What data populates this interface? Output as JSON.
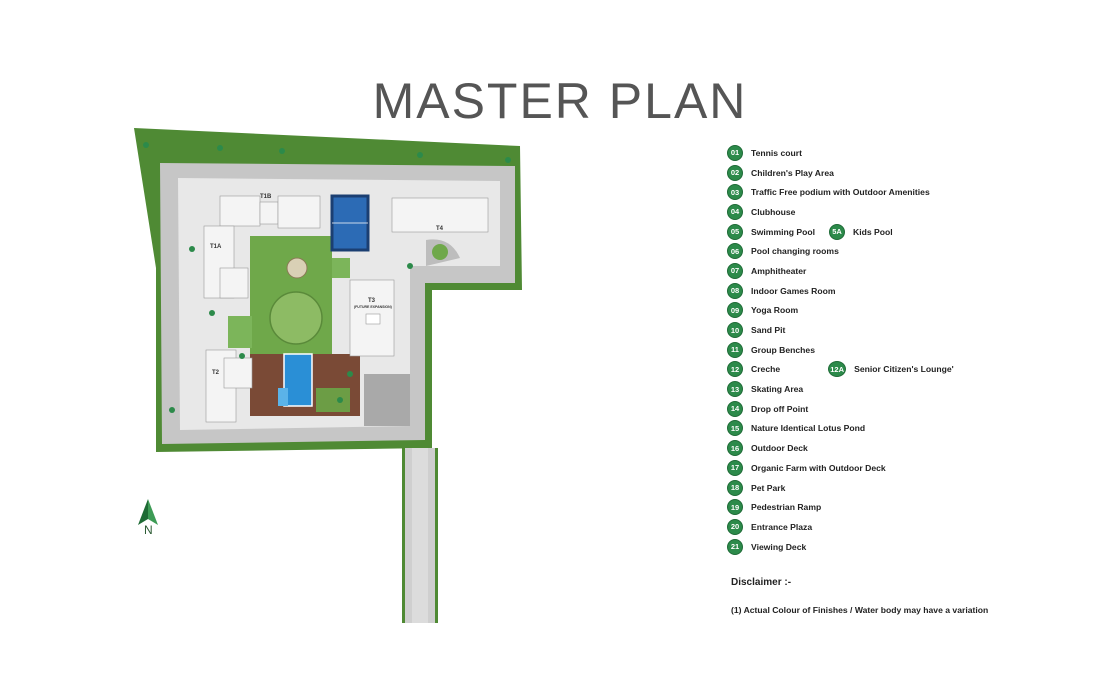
{
  "title": "MASTER PLAN",
  "compass": {
    "label": "N"
  },
  "map_labels": {
    "t1b": "T1B",
    "t1a": "T1A",
    "t2": "T2",
    "t3": "T3",
    "t3_sub": "(FUTURE EXPANSION)",
    "t4": "T4"
  },
  "legend": [
    {
      "num": "01",
      "label": "Tennis court"
    },
    {
      "num": "02",
      "label": "Children's Play Area"
    },
    {
      "num": "03",
      "label": "Traffic Free podium with Outdoor Amenities"
    },
    {
      "num": "04",
      "label": "Clubhouse"
    },
    {
      "num": "05",
      "label": "Swimming Pool",
      "extra_num": "5A",
      "extra_label": "Kids Pool"
    },
    {
      "num": "06",
      "label": "Pool changing rooms"
    },
    {
      "num": "07",
      "label": "Amphitheater"
    },
    {
      "num": "08",
      "label": "Indoor Games Room"
    },
    {
      "num": "09",
      "label": "Yoga Room"
    },
    {
      "num": "10",
      "label": "Sand Pit"
    },
    {
      "num": "11",
      "label": "Group Benches"
    },
    {
      "num": "12",
      "label": "Creche",
      "extra_num": "12A",
      "extra_label": "Senior Citizen's Lounge'"
    },
    {
      "num": "13",
      "label": "Skating Area"
    },
    {
      "num": "14",
      "label": "Drop off Point"
    },
    {
      "num": "15",
      "label": "Nature Identical Lotus Pond"
    },
    {
      "num": "16",
      "label": "Outdoor Deck"
    },
    {
      "num": "17",
      "label": "Organic Farm with Outdoor Deck"
    },
    {
      "num": "18",
      "label": "Pet Park"
    },
    {
      "num": "19",
      "label": "Pedestrian Ramp"
    },
    {
      "num": "20",
      "label": "Entrance Plaza"
    },
    {
      "num": "21",
      "label": "Viewing Deck"
    }
  ],
  "disclaimer": {
    "title": "Disclaimer :-",
    "text": "(1) Actual Colour of Finishes / Water body may have a variation"
  },
  "colors": {
    "badge": "#2c8a4a",
    "title": "#555555",
    "road": "#bfbfbf",
    "lawn": "#6fa84a",
    "pool": "#2a8fd6"
  }
}
